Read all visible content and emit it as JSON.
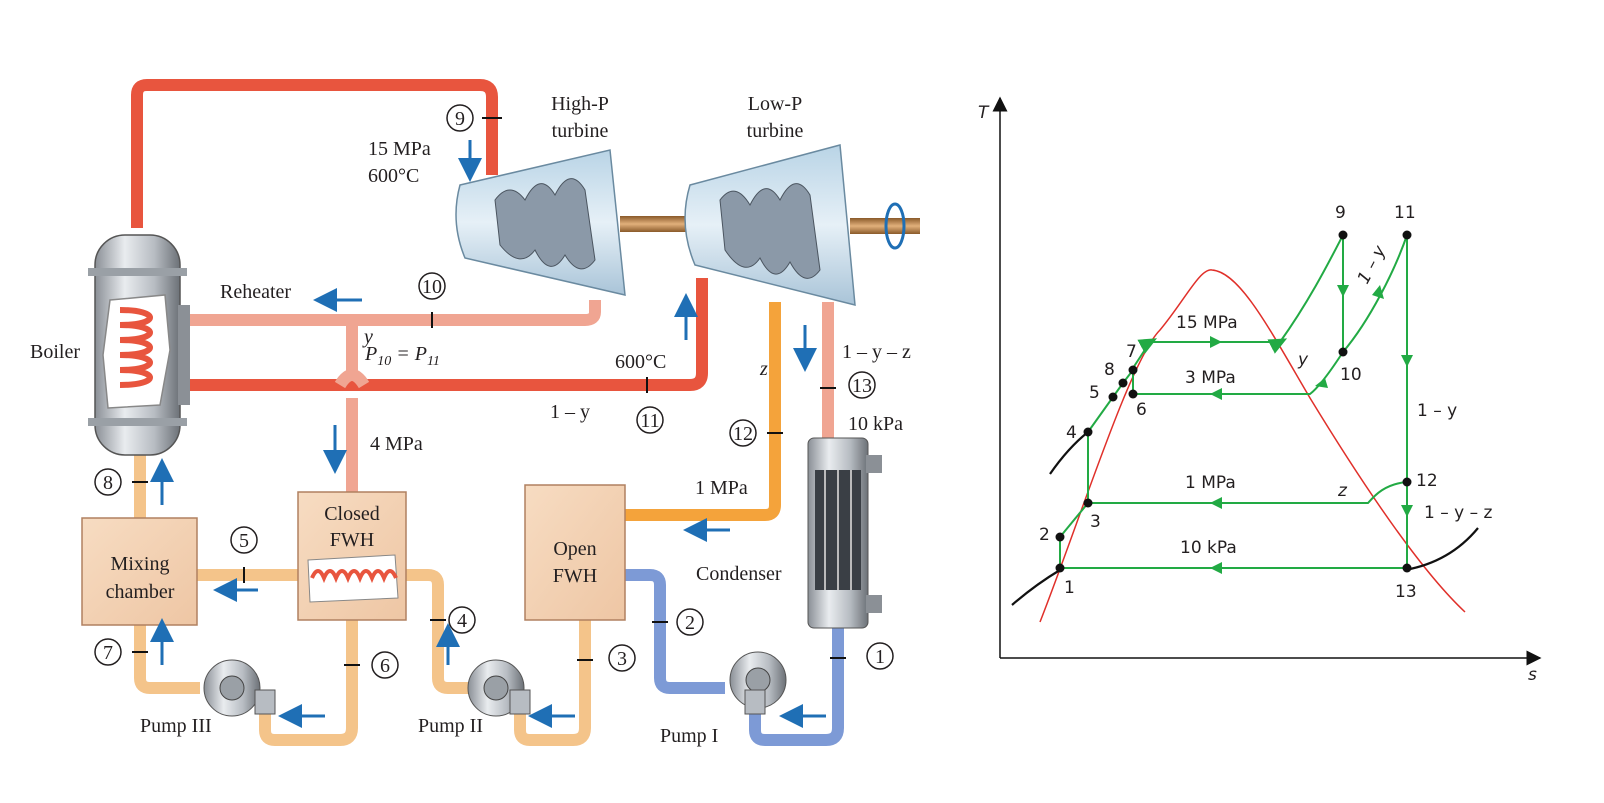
{
  "schematic": {
    "components": {
      "high_p_turbine_1": "High-P",
      "high_p_turbine_2": "turbine",
      "low_p_turbine_1": "Low-P",
      "low_p_turbine_2": "turbine",
      "boiler": "Boiler",
      "reheater": "Reheater",
      "closed_fwh_1": "Closed",
      "closed_fwh_2": "FWH",
      "open_fwh_1": "Open",
      "open_fwh_2": "FWH",
      "mixing_chamber_1": "Mixing",
      "mixing_chamber_2": "chamber",
      "condenser": "Condenser",
      "pump_1": "Pump I",
      "pump_2": "Pump II",
      "pump_3": "Pump III"
    },
    "states": [
      "1",
      "2",
      "3",
      "4",
      "5",
      "6",
      "7",
      "8",
      "9",
      "10",
      "11",
      "12",
      "13"
    ],
    "annotations": {
      "p9": "15 MPa",
      "t9": "600°C",
      "t11": "600°C",
      "p_eq_main": "P",
      "p_eq_sub1": "10",
      "p_eq_mid": " = P",
      "p_eq_sub2": "11",
      "frac_y": "y",
      "frac_one_minus_y": "1 – y",
      "frac_z": "z",
      "frac_one_minus_y_z": "1 – y – z",
      "p_4mpa": "4 MPa",
      "p_1mpa": "1 MPa",
      "p_10kpa": "10 kPa"
    }
  },
  "ts_diagram": {
    "axis_t": "T",
    "axis_s": "s",
    "state_labels": [
      "1",
      "2",
      "3",
      "4",
      "5",
      "6",
      "7",
      "8",
      "9",
      "10",
      "11",
      "12",
      "13"
    ],
    "pressures": [
      "15 MPa",
      "3 MPa",
      "1 MPa",
      "10 kPa"
    ],
    "fraction_labels": {
      "one_minus_y_diag": "1 – y",
      "y": "y",
      "one_minus_y_right": "1 – y",
      "z": "z",
      "one_minus_y_z": "1 – y – z"
    },
    "colors": {
      "cycle": "#22aa44",
      "saturation_dome": "#e0302a",
      "isobar": "#111111"
    }
  },
  "colors": {
    "steam_hot": "#e8553e",
    "steam_reheat": "#f0a592",
    "extraction": "#f4a33b",
    "feedwater": "#f4c48a",
    "condensate": "#7d9ad6",
    "flow_arrow": "#1f6fb5"
  }
}
